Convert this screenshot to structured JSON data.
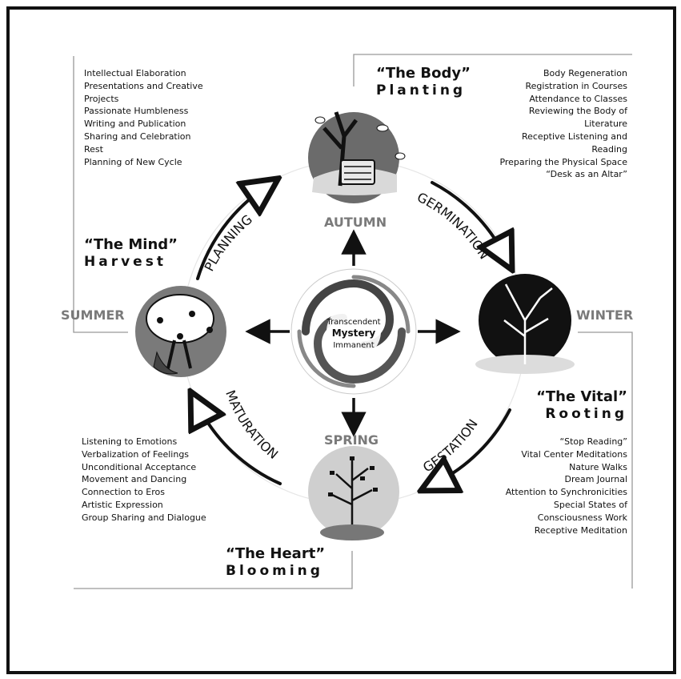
{
  "center": {
    "line1": "Transcendent",
    "line2": "Mystery",
    "line3": "Immanent"
  },
  "seasons": {
    "autumn": "AUTUMN",
    "winter": "WINTER",
    "spring": "SPRING",
    "summer": "SUMMER"
  },
  "transitions": {
    "germination": "GERMINATION",
    "gestation": "GESTATION",
    "maturation": "MATURATION",
    "planning": "PLANNING"
  },
  "body": {
    "title": "“The Body”",
    "subtitle": "Planting",
    "items": [
      "Body Regeneration",
      "Registration in Courses",
      "Attendance to Classes",
      "Reviewing the Body of",
      "Literature",
      "Receptive Listening and",
      "Reading",
      "Preparing the Physical Space",
      "“Desk as an Altar”"
    ]
  },
  "mind": {
    "title": "“The Mind”",
    "subtitle": "Harvest",
    "items": [
      "Intellectual Elaboration",
      "Presentations and Creative",
      "Projects",
      "Passionate Humbleness",
      "Writing and Publication",
      "Sharing and Celebration",
      "Rest",
      "Planning of New Cycle"
    ]
  },
  "vital": {
    "title": "“The Vital”",
    "subtitle": "Rooting",
    "items": [
      "“Stop Reading”",
      "Vital Center Meditations",
      "Nature Walks",
      "Dream Journal",
      "Attention to Synchronicities",
      "Special States of",
      "Consciousness Work",
      "Receptive Meditation"
    ]
  },
  "heart": {
    "title": "“The Heart”",
    "subtitle": "Blooming",
    "items": [
      "Listening to Emotions",
      "Verbalization of Feelings",
      "Unconditional Acceptance",
      "Movement and Dancing",
      "Connection to Eros",
      "Artistic Expression",
      "Group Sharing and Dialogue"
    ]
  },
  "colors": {
    "season_label": "#7a7a7a",
    "line": "#999999",
    "dark": "#111111",
    "mid": "#777777",
    "light": "#cfcfcf"
  }
}
